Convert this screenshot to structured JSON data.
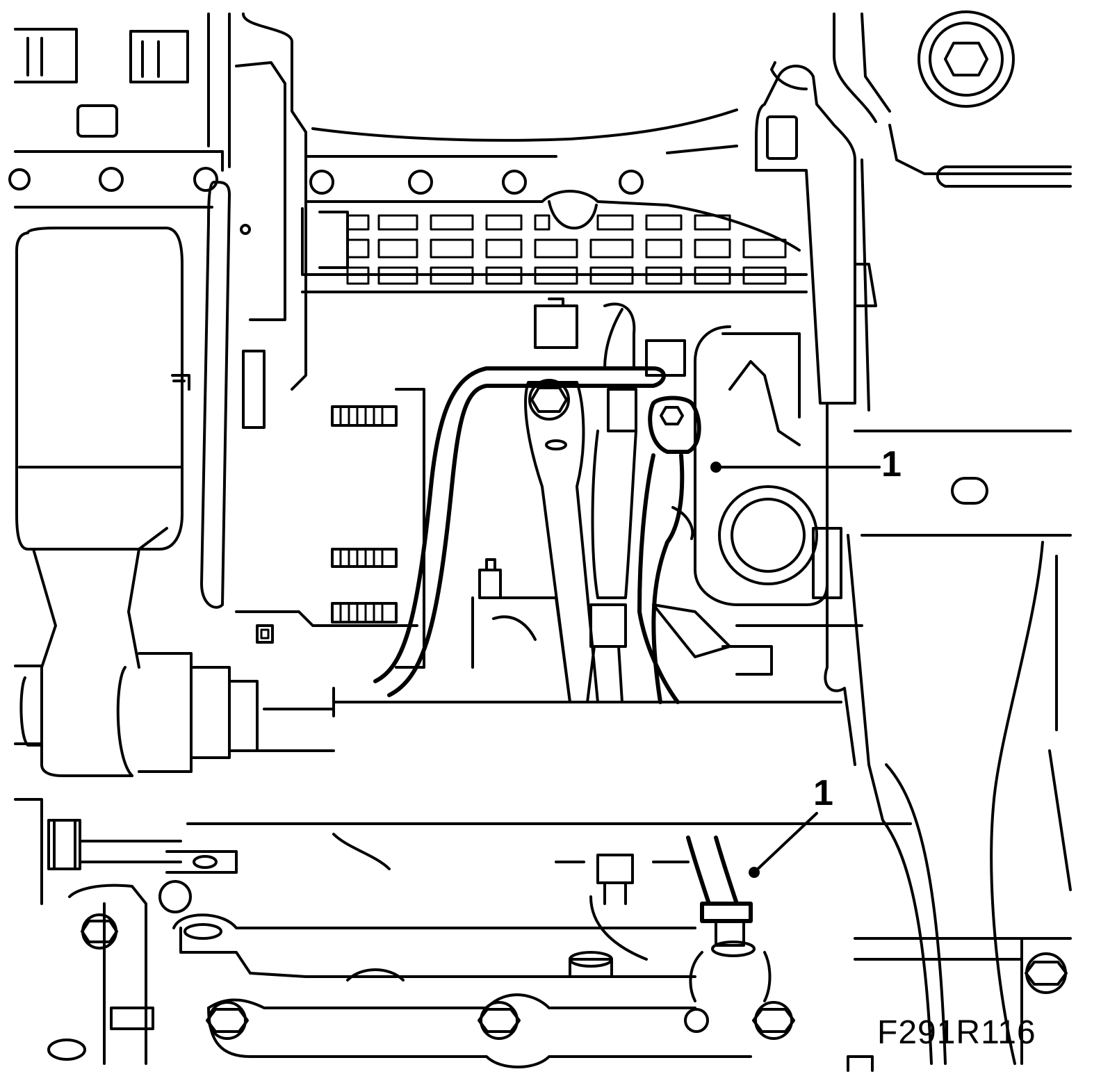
{
  "diagram": {
    "callouts": [
      {
        "label": "1"
      },
      {
        "label": "1"
      }
    ],
    "figure_id": "F291R116"
  }
}
